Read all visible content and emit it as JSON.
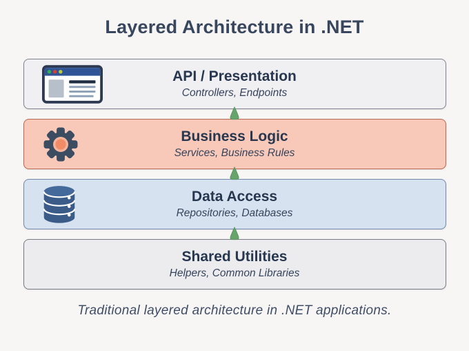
{
  "title": "Layered Architecture in .NET",
  "caption": "Traditional layered architecture in .NET applications.",
  "colors": {
    "background": "#f8f6f4",
    "title_text": "#38465e",
    "layer_title_text": "#273750",
    "layer_subtitle_text": "#36445d",
    "arrow": "#67a46c",
    "arrow_edge": "#538c59"
  },
  "layers": [
    {
      "title": "API / Presentation",
      "subtitle": "Controllers, Endpoints",
      "icon": "browser-window-icon",
      "fill": "#f0eff1",
      "border": "#7f848e"
    },
    {
      "title": "Business Logic",
      "subtitle": "Services, Business Rules",
      "icon": "gear-icon",
      "fill": "#f8c9b9",
      "border": "#b7664f"
    },
    {
      "title": "Data Access",
      "subtitle": "Repositories, Databases",
      "icon": "database-icon",
      "fill": "#d6e2f0",
      "border": "#7089ab"
    },
    {
      "title": "Shared Utilities",
      "subtitle": "Helpers, Common Libraries",
      "icon": "none",
      "fill": "#ececee",
      "border": "#767b84"
    }
  ],
  "arrows": [
    {
      "from": "Business Logic",
      "to": "API / Presentation",
      "direction": "up"
    },
    {
      "from": "Data Access",
      "to": "Business Logic",
      "direction": "up"
    },
    {
      "from": "Shared Utilities",
      "to": "Data Access",
      "direction": "up"
    }
  ]
}
